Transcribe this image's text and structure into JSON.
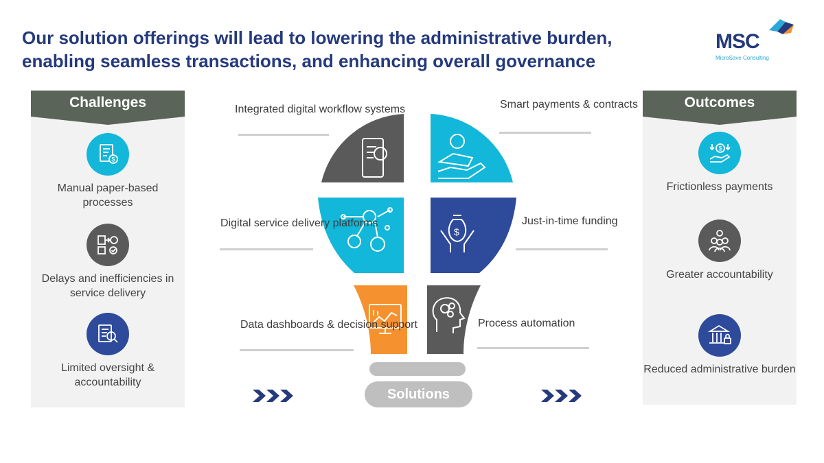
{
  "title": {
    "line1": "Our solution offerings will lead to lowering the administrative burden,",
    "line2": "enabling seamless transactions, and enhancing overall governance"
  },
  "logo": {
    "text": "MSC",
    "subtitle": "MicroSave Consulting"
  },
  "challenges": {
    "heading": "Challenges",
    "items": [
      {
        "label": "Manual paper-based processes",
        "icon": "paper-document-icon",
        "color": "#12b7d9"
      },
      {
        "label": "Delays and inefficiencies in service delivery",
        "icon": "process-flow-icon",
        "color": "#5a5a5a"
      },
      {
        "label": "Limited oversight & accountability",
        "icon": "document-magnifier-icon",
        "color": "#2e4a9a"
      }
    ]
  },
  "outcomes": {
    "heading": "Outcomes",
    "items": [
      {
        "label": "Frictionless payments",
        "icon": "hand-coin-icon",
        "color": "#12b7d9"
      },
      {
        "label": "Greater accountability",
        "icon": "team-gear-icon",
        "color": "#5a5a5a"
      },
      {
        "label": "Reduced administrative burden",
        "icon": "building-lock-icon",
        "color": "#2e4a9a"
      }
    ]
  },
  "solutions": {
    "label": "Solutions",
    "items": [
      {
        "label": "Integrated digital workflow systems",
        "icon": "mobile-workflow-icon",
        "color": "#5a5a5a"
      },
      {
        "label": "Smart payments & contracts",
        "icon": "hand-money-icon",
        "color": "#12b7d9"
      },
      {
        "label": "Digital service delivery platforms",
        "icon": "network-people-icon",
        "color": "#12b7d9"
      },
      {
        "label": "Just-in-time funding",
        "icon": "money-bag-hands-icon",
        "color": "#2e4a9a"
      },
      {
        "label": "Data dashboards & decision support",
        "icon": "dashboard-monitor-icon",
        "color": "#f5922f"
      },
      {
        "label": "Process automation",
        "icon": "brain-head-icon",
        "color": "#5a5a5a"
      }
    ]
  }
}
